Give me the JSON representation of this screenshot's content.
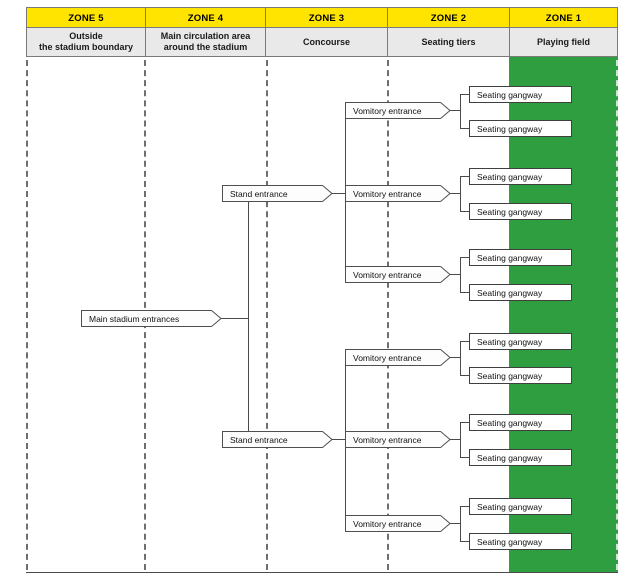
{
  "header": {
    "zones": [
      {
        "zone_label": "ZONE 5",
        "description": "Outside\nthe stadium boundary"
      },
      {
        "zone_label": "ZONE 4",
        "description": "Main circulation area\naround the stadium"
      },
      {
        "zone_label": "ZONE 3",
        "description": "Concourse"
      },
      {
        "zone_label": "ZONE 2",
        "description": "Seating tiers"
      },
      {
        "zone_label": "ZONE 1",
        "description": "Playing field"
      }
    ]
  },
  "colors": {
    "zone_header": "#ffe400",
    "zone_description": "#e9e9e9",
    "playing_field": "#2e9e40",
    "line": "#4a4a4a"
  },
  "diagram": {
    "root": {
      "label": "Main stadium entrances"
    },
    "stand_entrances": [
      {
        "label": "Stand entrance"
      },
      {
        "label": "Stand entrance"
      }
    ],
    "vomitory_entrances": [
      {
        "label": "Vomitory entrance"
      },
      {
        "label": "Vomitory entrance"
      },
      {
        "label": "Vomitory entrance"
      },
      {
        "label": "Vomitory entrance"
      },
      {
        "label": "Vomitory entrance"
      },
      {
        "label": "Vomitory entrance"
      }
    ],
    "seating_gangways": [
      {
        "label": "Seating gangway"
      },
      {
        "label": "Seating gangway"
      },
      {
        "label": "Seating gangway"
      },
      {
        "label": "Seating gangway"
      },
      {
        "label": "Seating gangway"
      },
      {
        "label": "Seating gangway"
      },
      {
        "label": "Seating gangway"
      },
      {
        "label": "Seating gangway"
      },
      {
        "label": "Seating gangway"
      },
      {
        "label": "Seating gangway"
      },
      {
        "label": "Seating gangway"
      },
      {
        "label": "Seating gangway"
      }
    ]
  }
}
